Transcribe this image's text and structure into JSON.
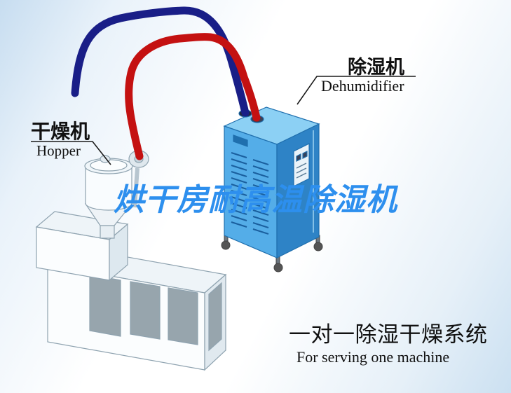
{
  "illustration": {
    "dryer_label": {
      "cn": "干燥机",
      "en": "Hopper"
    },
    "dehumidifier_label": {
      "cn": "除湿机",
      "en": "Dehumidifier"
    },
    "watermark": {
      "text": "烘干房耐高温除湿机",
      "color": "#2d8fee"
    },
    "caption": {
      "cn": "一对一除湿干燥系统",
      "en": "For serving one machine"
    },
    "colors": {
      "pipe_red": "#c41111",
      "pipe_navy": "#191e87",
      "cabinet_front": "#54ade8",
      "cabinet_side": "#2e83c6",
      "cabinet_top": "#8cd0f4",
      "vent_line": "#1a5f9e",
      "machine_body": "#fbfdfe",
      "machine_shade": "#e0e9ef",
      "panel_gray": "#97a5ad",
      "pointer_line": "#1a1a1a",
      "label_text": "#111111"
    }
  }
}
